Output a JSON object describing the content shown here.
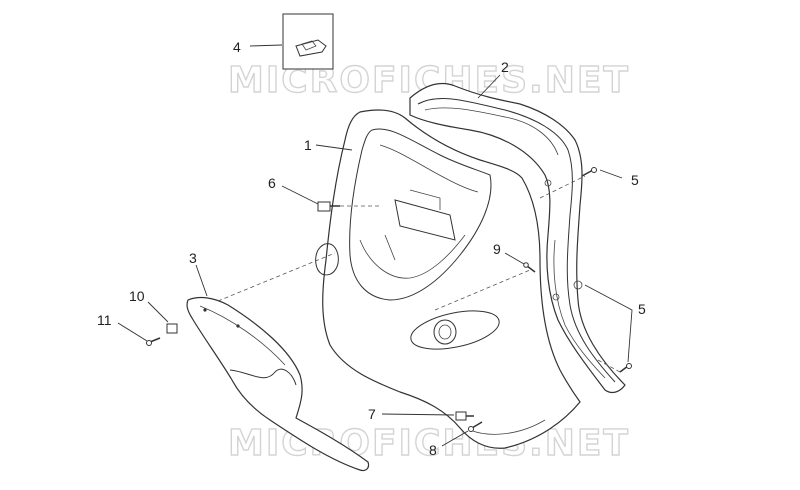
{
  "watermark": {
    "top": "MICROFICHES.NET",
    "bottom": "MICROFICHES.NET"
  },
  "callouts": {
    "c1": "1",
    "c2": "2",
    "c3": "3",
    "c4": "4",
    "c5a": "5",
    "c5b": "5",
    "c6": "6",
    "c7": "7",
    "c8": "8",
    "c9": "9",
    "c10": "10",
    "c11": "11"
  }
}
